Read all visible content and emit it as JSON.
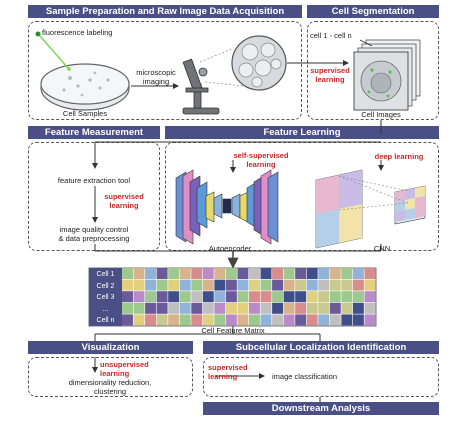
{
  "headers": {
    "sample_prep": "Sample Preparation and Raw Image Data Acquisition",
    "cell_segmentation": "Cell Segmentation",
    "feature_measurement": "Feature Measurement",
    "feature_learning": "Feature Learning",
    "visualization": "Visualization",
    "subcellular_localization": "Subcellular Localization Identification",
    "downstream": "Downstream Analysis"
  },
  "labels": {
    "fluorescence": "fluorescence labeling",
    "cell_samples": "Cell Samples",
    "microscopic_imaging_1": "microscopic",
    "microscopic_imaging_2": "imaging",
    "cell_range": "cell 1 - cell n",
    "supervised_learning_1": "supervised",
    "supervised_learning_2": "learning",
    "cell_images": "Cell Images",
    "feature_extraction": "feature extraction tool",
    "image_quality_1": "image quality control",
    "image_quality_2": "& data preprocessing",
    "self_supervised_1": "self-supervised",
    "self_supervised_2": "learning",
    "deep_learning": "deep learning",
    "autoencoder": "Autoencoder",
    "cnn": "CNN",
    "matrix_title": "Cell Feature Matrix",
    "unsupervised_1": "unsupervised",
    "unsupervised_2": "learning",
    "dim_reduction_1": "dimensionality reduction,",
    "dim_reduction_2": "clustering",
    "image_classification": "image classification"
  },
  "matrix_rows": [
    "Cell 1",
    "Cell 2",
    "Cell 3",
    "...",
    "Cell n"
  ],
  "colors": {
    "header_bg": "#4a4f85",
    "red_text": "#c62828",
    "matrix_palette": [
      "#d98c8c",
      "#8fb3d9",
      "#6a5a9a",
      "#c9c98f",
      "#9dc98f",
      "#d9b38c",
      "#3f4f8a",
      "#c0c0c0",
      "#b98cc9",
      "#e0d080"
    ]
  }
}
